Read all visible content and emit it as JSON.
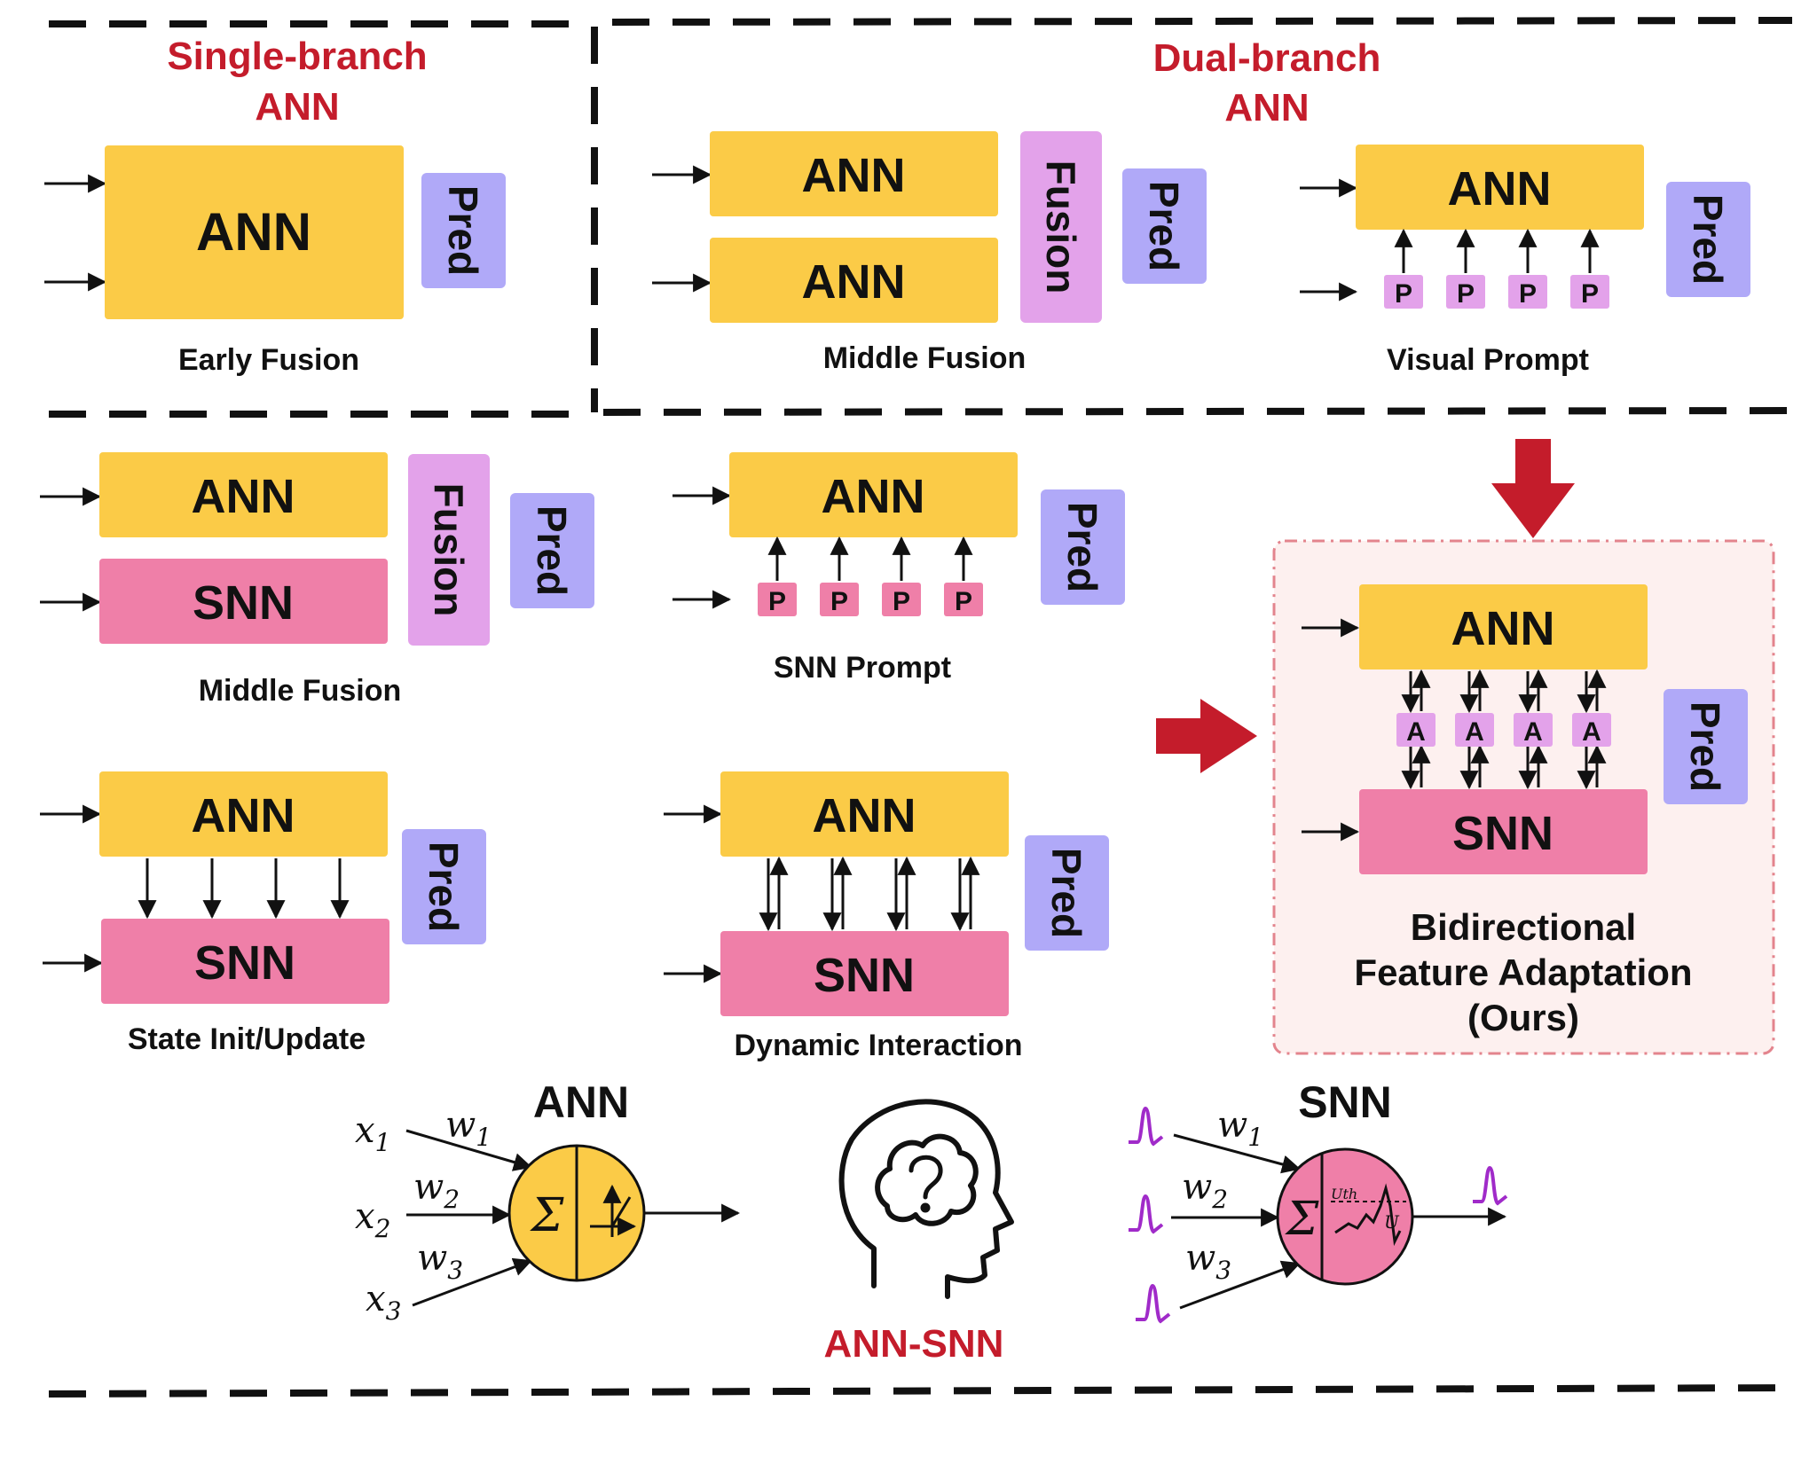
{
  "colors": {
    "ann": "#fbcb47",
    "snn": "#ef7fa8",
    "fusion": "#e3a2ea",
    "pred": "#b0a9f8",
    "accent_red": "#c41c2b",
    "spike": "#a02bc9",
    "ours_bg": "#fdf0ef",
    "ours_border": "#e3848d"
  },
  "labels": {
    "ann": "ANN",
    "snn": "SNN",
    "pred": "Pred",
    "fusion": "Fusion",
    "prompt_token": "P",
    "adapter_token": "A"
  },
  "top": {
    "single_branch": {
      "line1": "Single-branch",
      "line2": "ANN"
    },
    "dual_branch": {
      "line1": "Dual-branch",
      "line2": "ANN"
    },
    "early_fusion": "Early Fusion",
    "middle_fusion": "Middle Fusion",
    "visual_prompt": "Visual Prompt"
  },
  "middle": {
    "middle_fusion": "Middle Fusion",
    "snn_prompt": "SNN Prompt",
    "state_init": "State Init/Update",
    "dynamic_interaction": "Dynamic Interaction",
    "ours": {
      "line1": "Bidirectional",
      "line2": "Feature Adaptation",
      "line3": "(Ours)"
    }
  },
  "neurons": {
    "ann_title": "ANN",
    "snn_title": "SNN",
    "center_label": "ANN-SNN",
    "inputs": [
      "x1",
      "x2",
      "x3"
    ],
    "weights": [
      "w1",
      "w2",
      "w3"
    ],
    "sum_symbol": "Σ",
    "threshold_label": "Uth",
    "potential_label": "U"
  }
}
